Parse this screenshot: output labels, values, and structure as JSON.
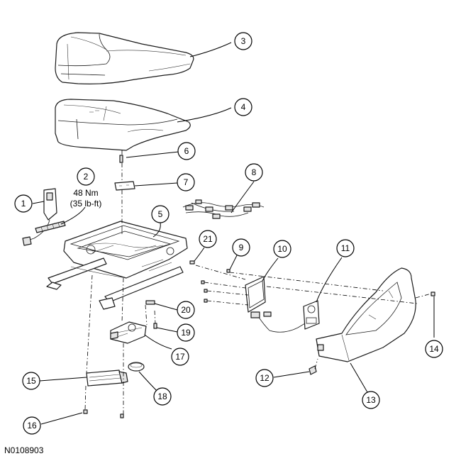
{
  "callouts": [
    {
      "number": "1"
    },
    {
      "number": "2"
    },
    {
      "number": "3"
    },
    {
      "number": "4"
    },
    {
      "number": "5"
    },
    {
      "number": "6"
    },
    {
      "number": "7"
    },
    {
      "number": "8"
    },
    {
      "number": "9"
    },
    {
      "number": "10"
    },
    {
      "number": "11"
    },
    {
      "number": "12"
    },
    {
      "number": "13"
    },
    {
      "number": "14"
    },
    {
      "number": "15"
    },
    {
      "number": "16"
    },
    {
      "number": "17"
    },
    {
      "number": "18"
    },
    {
      "number": "19"
    },
    {
      "number": "20"
    },
    {
      "number": "21"
    }
  ],
  "torque_spec": {
    "metric": "48 Nm",
    "imperial": "(35 lb-ft)"
  },
  "figure_id": "N0108903",
  "colors": {
    "line": "#1a1a1a",
    "background": "#ffffff",
    "shading": "#e4e4e4"
  }
}
